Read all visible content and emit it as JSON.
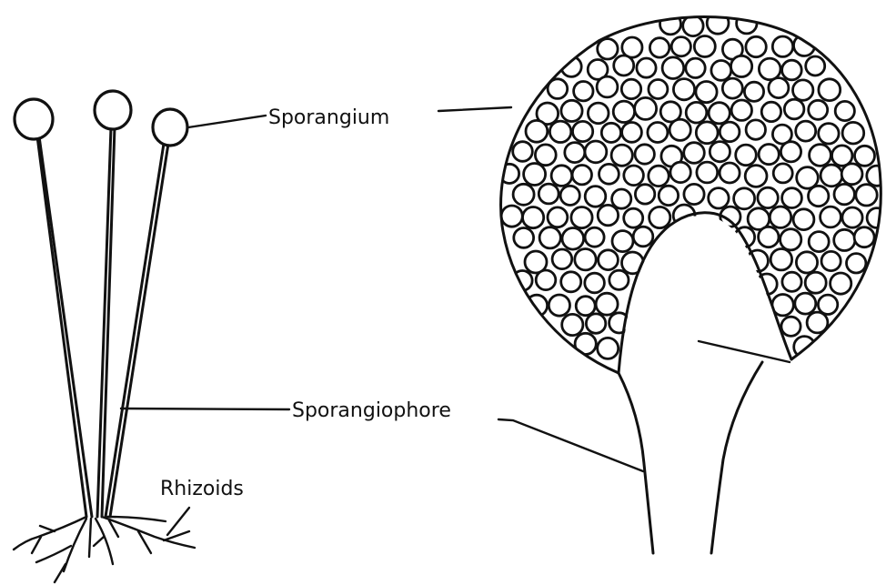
{
  "labels": {
    "sporangium": "Sporangium",
    "sporangiophore": "Sporangiophore",
    "rhizoids": "Rhizoids"
  },
  "colors": {
    "ink": "#111111",
    "background": "#ffffff"
  }
}
